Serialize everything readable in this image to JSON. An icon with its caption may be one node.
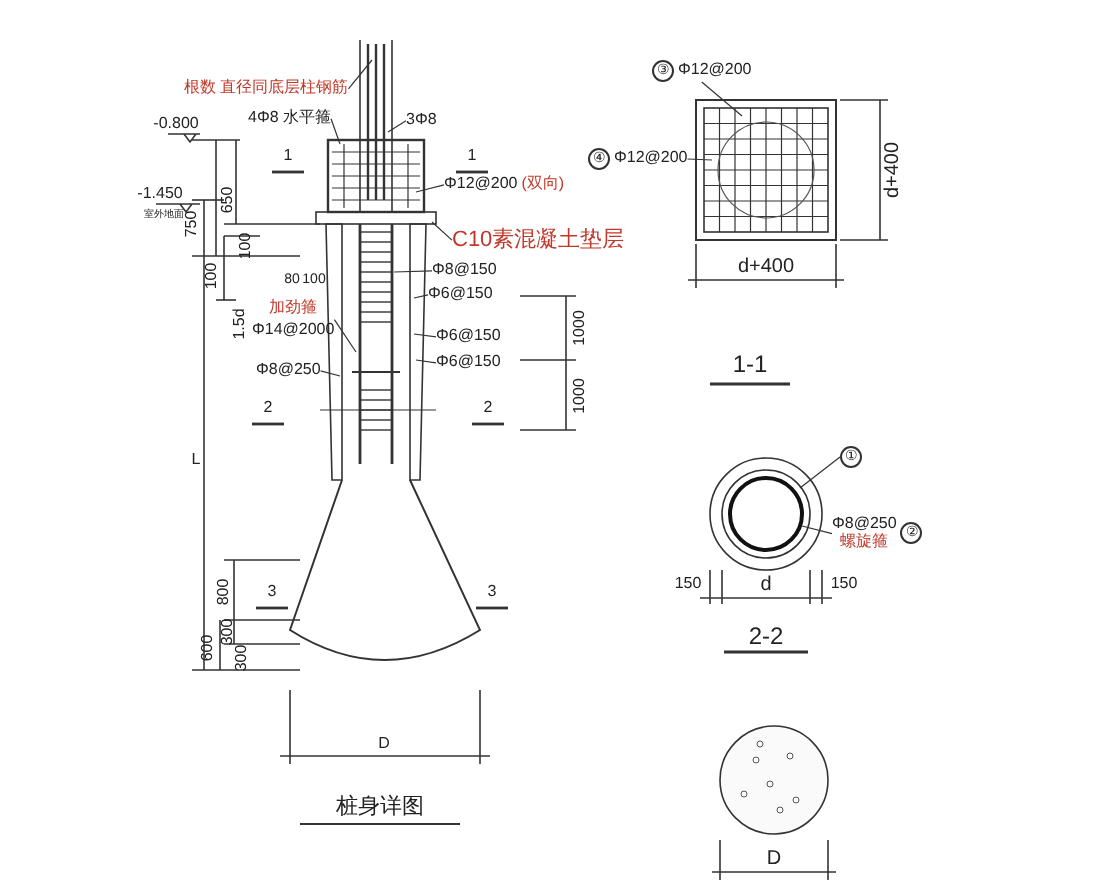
{
  "diagram": {
    "nodes": [
      {
        "text": [
          "根数 直径同底层柱钢筋"
        ]
      },
      {
        "text": [
          "4Φ8 水平箍"
        ]
      },
      {
        "text": [
          "3Φ8"
        ]
      },
      {
        "text": [
          "Φ12@200",
          "(双向)"
        ]
      },
      {
        "text": [
          "C10素混凝土垫层"
        ]
      },
      {
        "text": [
          "Φ8@150"
        ]
      },
      {
        "text": [
          "Φ6@150"
        ]
      },
      {
        "text": [
          "Φ6@150"
        ]
      },
      {
        "text": [
          "Φ6@150"
        ]
      },
      {
        "text": [
          "加劲箍",
          "Φ14@2000"
        ]
      },
      {
        "text": [
          "Φ8@250"
        ]
      },
      {
        "text": [
          "③"
        ],
        "beside": [
          "Φ12@200"
        ]
      },
      {
        "text": [
          "④"
        ],
        "beside": [
          "Φ12@200"
        ]
      },
      {
        "text": [
          "①"
        ]
      },
      {
        "text": [
          "②"
        ],
        "beside": [
          "Φ8@250",
          "螺旋箍"
        ]
      },
      {
        "text": [],
        "shape": "picture"
      }
    ],
    "edges": [
      {
        "from": 0,
        "to": null,
        "arrow": "none"
      },
      {
        "from": 1,
        "to": null,
        "arrow": "none"
      },
      {
        "from": 2,
        "to": null,
        "arrow": "none"
      },
      {
        "from": 3,
        "to": null,
        "arrow": "none"
      },
      {
        "from": 4,
        "to": null,
        "arrow": "none"
      },
      {
        "from": 5,
        "to": null,
        "arrow": "none"
      },
      {
        "from": 6,
        "to": null,
        "arrow": "none"
      },
      {
        "from": 7,
        "to": null,
        "arrow": "none"
      },
      {
        "from": 8,
        "to": null,
        "arrow": "none"
      },
      {
        "from": 9,
        "to": null,
        "arrow": "none"
      },
      {
        "from": 10,
        "to": null,
        "arrow": "none"
      },
      {
        "from": 11,
        "to": 15,
        "arrow": "none"
      },
      {
        "from": 12,
        "to": 15,
        "arrow": "none"
      },
      {
        "from": 13,
        "to": null,
        "arrow": "none"
      },
      {
        "from": 14,
        "to": null,
        "arrow": "none"
      }
    ],
    "labels": [
      "-0.800",
      "-1.450",
      "室外地面",
      "750",
      "650",
      "1",
      "1",
      "100",
      "100",
      "1.5d",
      "80",
      "100",
      "1000",
      "L",
      "2",
      "2",
      "1000",
      "800",
      "3",
      "3",
      "300",
      "600",
      "300",
      "D",
      "桩身详图",
      "d+400",
      "d+400",
      "1-1",
      "150",
      "d",
      "150",
      "2-2",
      "D"
    ]
  }
}
